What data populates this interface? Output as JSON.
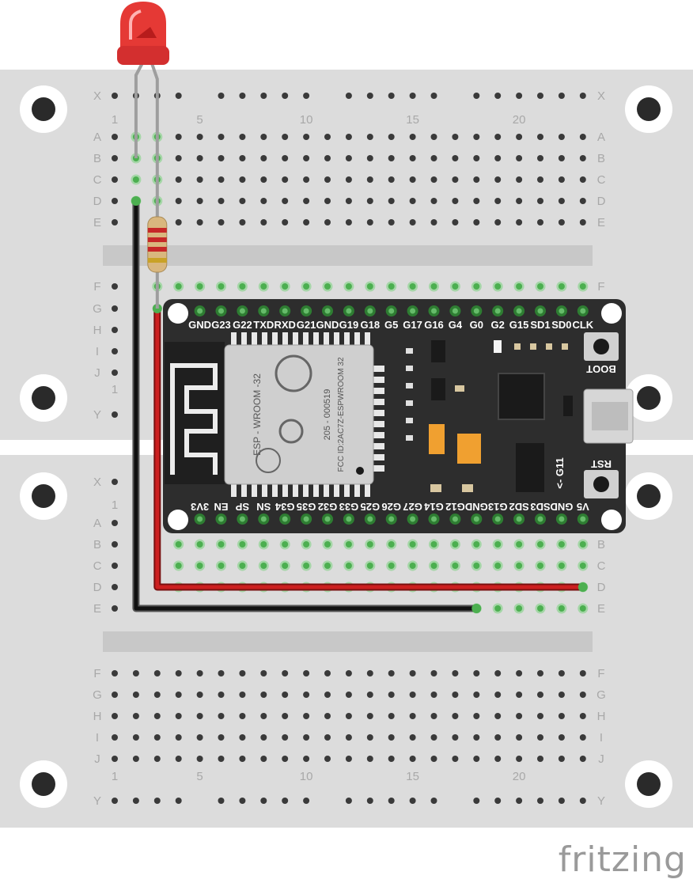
{
  "breadboard": {
    "row_letters_top": [
      "X",
      "A",
      "B",
      "C",
      "D",
      "E",
      "F",
      "G",
      "H",
      "I",
      "J",
      "Y"
    ],
    "row_letters_bottom": [
      "X",
      "A",
      "B",
      "C",
      "D",
      "E",
      "F",
      "G",
      "H",
      "I",
      "J",
      "Y"
    ],
    "column_numbers": [
      "1",
      "5",
      "10",
      "15",
      "20"
    ],
    "colors": {
      "board": "#dcdcdc",
      "channel": "#c8c8c8",
      "hole": "#3a3a3a",
      "active_hole": "#4caf50"
    }
  },
  "esp32": {
    "module_text": [
      "ESP - WROOM -32",
      "205 - 000519",
      "FCC ID:2AC7Z-ESPWROOM 32"
    ],
    "top_pins": [
      "GND",
      "G23",
      "G22",
      "TXD",
      "RXD",
      "G21",
      "GND",
      "G19",
      "G18",
      "G5",
      "G17",
      "G16",
      "G4",
      "G0",
      "G2",
      "G15",
      "SD1",
      "SD0",
      "CLK"
    ],
    "bottom_pins": [
      "3V3",
      "EN",
      "SP",
      "SN",
      "G34",
      "G35",
      "G32",
      "G33",
      "G25",
      "G26",
      "G27",
      "G14",
      "G12",
      "GND",
      "G13",
      "SD2",
      "SD3",
      "GND",
      "V5"
    ],
    "buttons": {
      "boot": "BOOT",
      "rst": "RST"
    },
    "g11_note": "<- G11",
    "colors": {
      "board": "#2d2d2d",
      "shield": "#cfcfcf"
    }
  },
  "components": {
    "led_color": "#e53935",
    "wire_red": "#cc1f1f",
    "wire_black": "#111111"
  },
  "branding": {
    "logo": "fritzing"
  }
}
